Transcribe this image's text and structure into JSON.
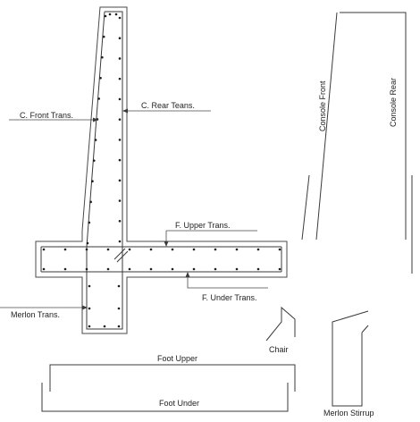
{
  "labels": {
    "c_front_trans": "C. Front Trans.",
    "c_rear_trans": "C. Rear Teans.",
    "f_upper_trans": "F. Upper Trans.",
    "f_under_trans": "F. Under Trans.",
    "merlon_trans": "Merlon Trans.",
    "console_front": "Console Front",
    "console_rear": "Console Rear",
    "chair": "Chair",
    "foot_upper": "Foot Upper",
    "foot_under": "Foot Under",
    "merlon_stirrup": "Merlon Stirrup"
  }
}
